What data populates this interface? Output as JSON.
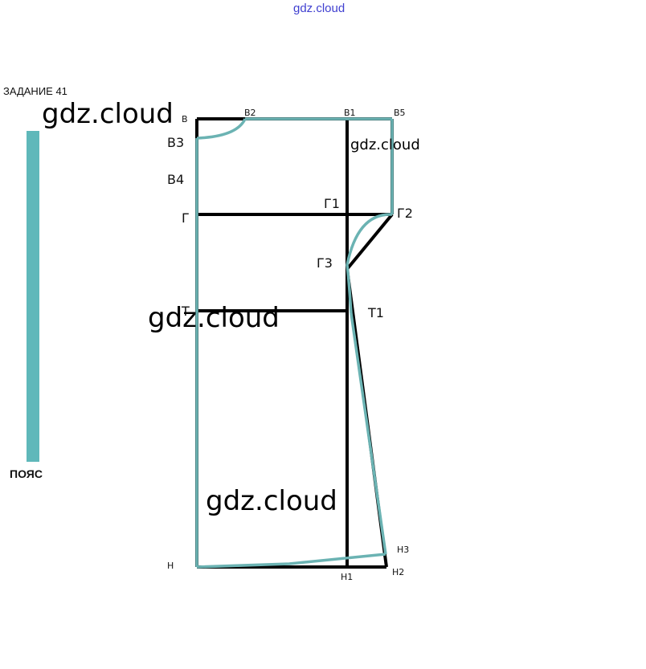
{
  "header_link": "gdz.cloud",
  "task_title": "ЗАДАНИЕ 41",
  "belt_label": "ПОЯС",
  "watermarks": [
    "gdz.cloud",
    "gdz.cloud",
    "gdz.cloud",
    "gdz.cloud"
  ],
  "points": {
    "B": "В",
    "B1": "В1",
    "B2": "В2",
    "B3": "В3",
    "B4": "В4",
    "B5": "В5",
    "G": "Г",
    "G1": "Г1",
    "G2": "Г2",
    "G3": "Г3",
    "T": "Т",
    "T1": "Т1",
    "H": "Н",
    "H1": "Н1",
    "H2": "Н2",
    "H3": "Н3"
  },
  "colors": {
    "pattern_line": "#000000",
    "contour": "#6bb3b3",
    "belt": "#5fb8ba",
    "link": "#4040d0"
  }
}
